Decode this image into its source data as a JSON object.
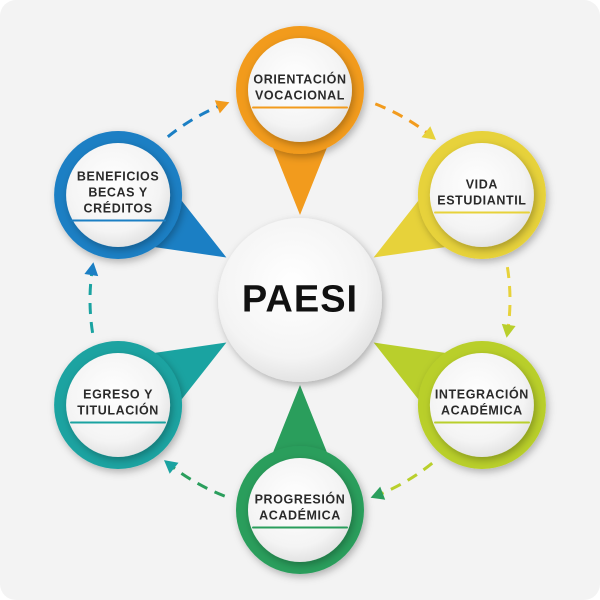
{
  "center": {
    "title": "PAESI"
  },
  "nodes": [
    {
      "id": "orientacion",
      "lines": [
        "ORIENTACIÓN",
        "VOCACIONAL"
      ],
      "color": "#f29b1d"
    },
    {
      "id": "vida",
      "lines": [
        "VIDA",
        "ESTUDIANTIL"
      ],
      "color": "#e7d23a"
    },
    {
      "id": "integracion",
      "lines": [
        "INTEGRACIÓN",
        "ACADÉMICA"
      ],
      "color": "#b9cf2c"
    },
    {
      "id": "progresion",
      "lines": [
        "PROGRESIÓN",
        "ACADÉMICA"
      ],
      "color": "#2a9e5c"
    },
    {
      "id": "egreso",
      "lines": [
        "EGRESO Y",
        "TITULACIÓN"
      ],
      "color": "#1aa3a1"
    },
    {
      "id": "beneficios",
      "lines": [
        "BENEFICIOS",
        "BECAS Y",
        "CRÉDITOS"
      ],
      "color": "#1b7fc4"
    }
  ]
}
